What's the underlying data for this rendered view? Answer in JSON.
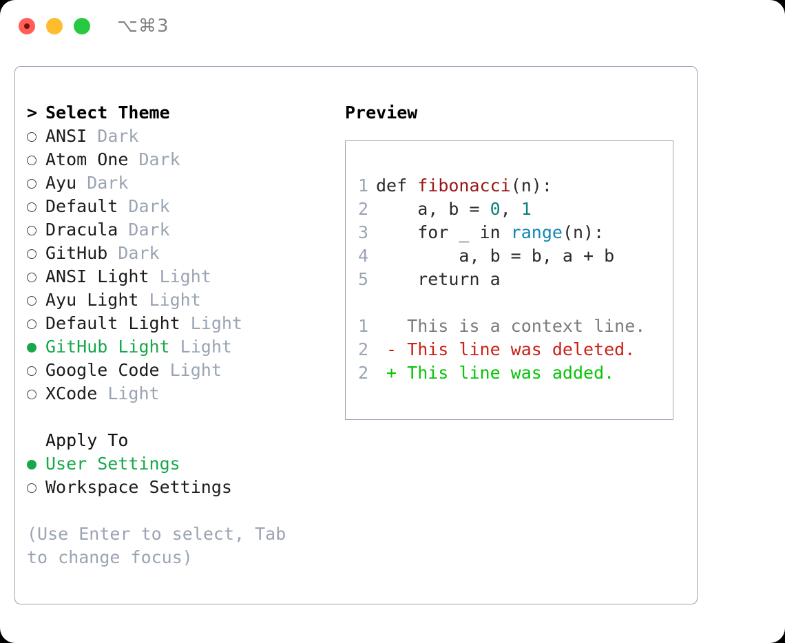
{
  "window": {
    "shortcut": "⌥⌘3",
    "traffic_lights": [
      "close",
      "minimize",
      "zoom"
    ]
  },
  "theme_selector": {
    "heading_marker": "> ",
    "heading": "Select Theme",
    "items": [
      {
        "name": "ANSI",
        "suffix": "Dark",
        "selected": false
      },
      {
        "name": "Atom One",
        "suffix": "Dark",
        "selected": false
      },
      {
        "name": "Ayu",
        "suffix": "Dark",
        "selected": false
      },
      {
        "name": "Default",
        "suffix": "Dark",
        "selected": false
      },
      {
        "name": "Dracula",
        "suffix": "Dark",
        "selected": false
      },
      {
        "name": "GitHub",
        "suffix": "Dark",
        "selected": false
      },
      {
        "name": "ANSI Light",
        "suffix": "Light",
        "selected": false
      },
      {
        "name": "Ayu Light",
        "suffix": "Light",
        "selected": false
      },
      {
        "name": "Default Light",
        "suffix": "Light",
        "selected": false
      },
      {
        "name": "GitHub Light",
        "suffix": "Light",
        "selected": true
      },
      {
        "name": "Google Code",
        "suffix": "Light",
        "selected": false
      },
      {
        "name": "XCode",
        "suffix": "Light",
        "selected": false
      }
    ]
  },
  "apply_to": {
    "title": "Apply To",
    "options": [
      {
        "name": "User Settings",
        "selected": true
      },
      {
        "name": "Workspace Settings",
        "selected": false
      }
    ]
  },
  "hint": "(Use Enter to select, Tab to change focus)",
  "preview": {
    "title": "Preview",
    "code_lines": [
      {
        "number": "1",
        "tokens": [
          {
            "text": "def ",
            "kind": "plain"
          },
          {
            "text": "fibonacci",
            "kind": "func"
          },
          {
            "text": "(n):",
            "kind": "plain"
          }
        ]
      },
      {
        "number": "2",
        "tokens": [
          {
            "text": "    a, b = ",
            "kind": "plain"
          },
          {
            "text": "0",
            "kind": "num"
          },
          {
            "text": ", ",
            "kind": "plain"
          },
          {
            "text": "1",
            "kind": "num"
          }
        ]
      },
      {
        "number": "3",
        "tokens": [
          {
            "text": "    for _ in ",
            "kind": "plain"
          },
          {
            "text": "range",
            "kind": "builtin"
          },
          {
            "text": "(n):",
            "kind": "plain"
          }
        ]
      },
      {
        "number": "4",
        "tokens": [
          {
            "text": "        a, b = b, a + b",
            "kind": "plain"
          }
        ]
      },
      {
        "number": "5",
        "tokens": [
          {
            "text": "    return a",
            "kind": "plain"
          }
        ]
      }
    ],
    "diff_lines": [
      {
        "number": "1",
        "marker": "  ",
        "text": "This is a context line.",
        "kind": "context"
      },
      {
        "number": "2",
        "marker": "- ",
        "text": "This line was deleted.",
        "kind": "delete"
      },
      {
        "number": "2",
        "marker": "+ ",
        "text": "This line was added.",
        "kind": "add"
      }
    ]
  },
  "colors": {
    "selected_green": "#18a74b",
    "diff_add_green": "#07c407",
    "diff_del_red": "#cc2018",
    "func_red": "#9b1616",
    "number_teal": "#0b8279",
    "builtin_blue": "#1286b5",
    "muted_gray": "#9aa4b3",
    "border": "#97a3b4"
  }
}
